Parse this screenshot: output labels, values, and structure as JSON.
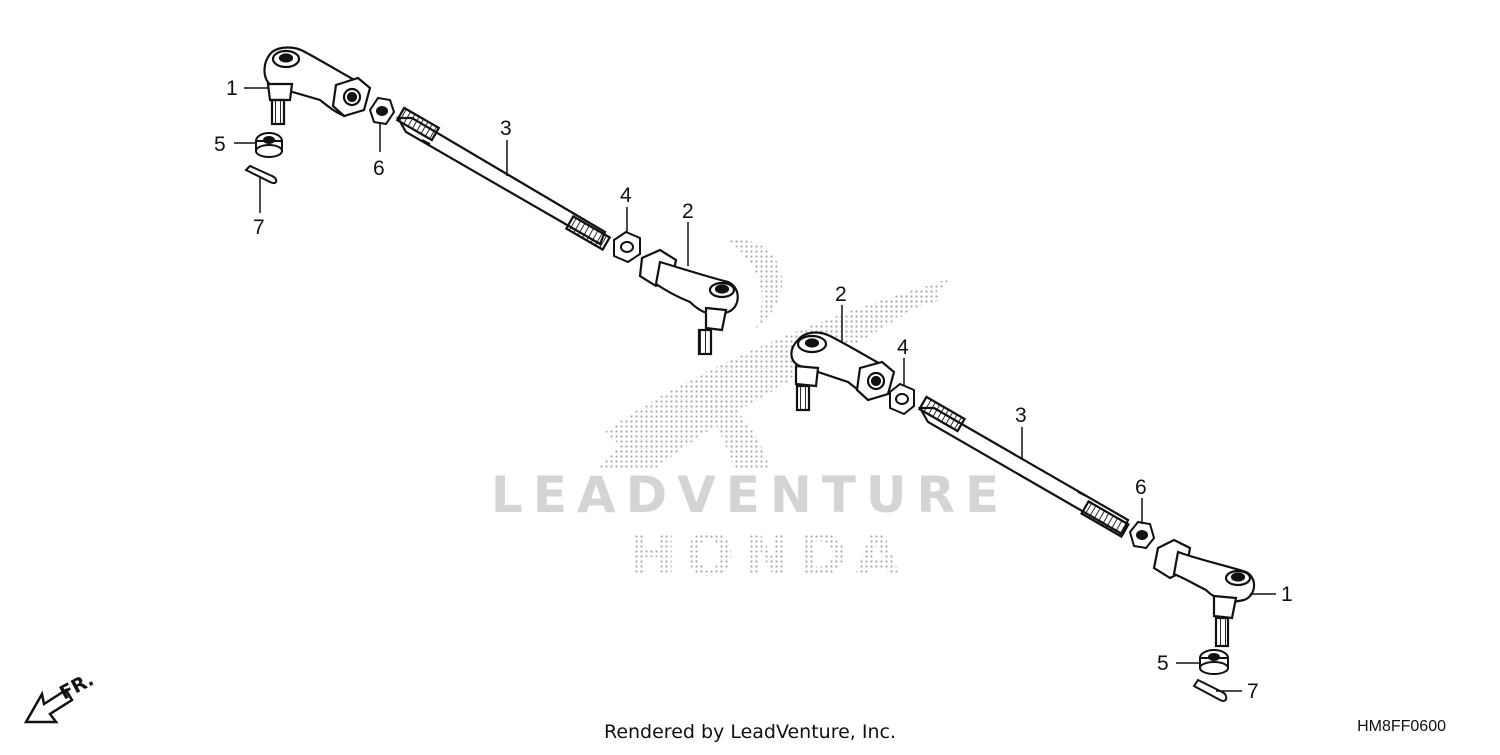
{
  "diagram": {
    "callouts": {
      "left_1": "1",
      "left_2": "2",
      "left_3": "3",
      "left_4": "4",
      "left_5": "5",
      "left_6": "6",
      "left_7": "7",
      "right_1": "1",
      "right_2": "2",
      "right_3": "3",
      "right_4": "4",
      "right_5": "5",
      "right_6": "6",
      "right_7": "7"
    },
    "front_indicator": "FR.",
    "rendered_by": "Rendered by LeadVenture, Inc.",
    "diagram_code": "HM8FF0600"
  },
  "watermark": {
    "top_text": "LEADVENTURE",
    "bottom_text": "HONDA",
    "color": "#c8c8c8"
  }
}
